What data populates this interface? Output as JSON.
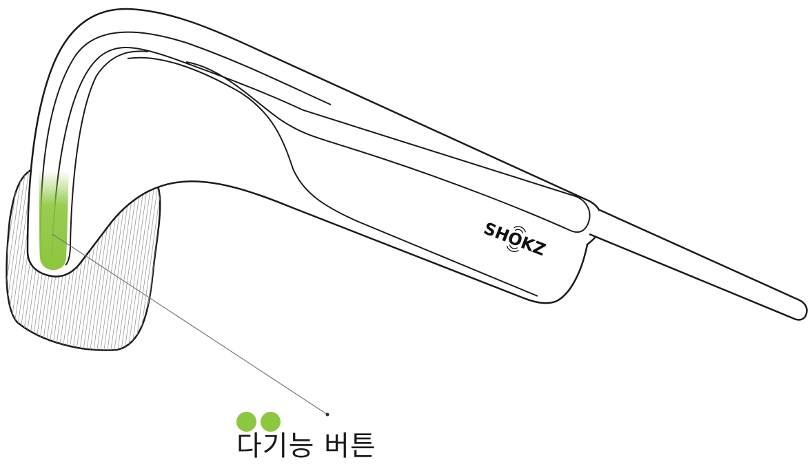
{
  "brand": {
    "logo_text": "SHOKZ"
  },
  "callout": {
    "label": "다기능 버튼",
    "indicator_dots": [
      {
        "color": "#8DC63F",
        "state": "on"
      },
      {
        "color": "#8DC63F",
        "state": "on"
      }
    ]
  },
  "colors": {
    "outline": "#1a1a1a",
    "button_highlight": "#8DC63F",
    "leader_line": "#777777",
    "background": "#ffffff"
  }
}
